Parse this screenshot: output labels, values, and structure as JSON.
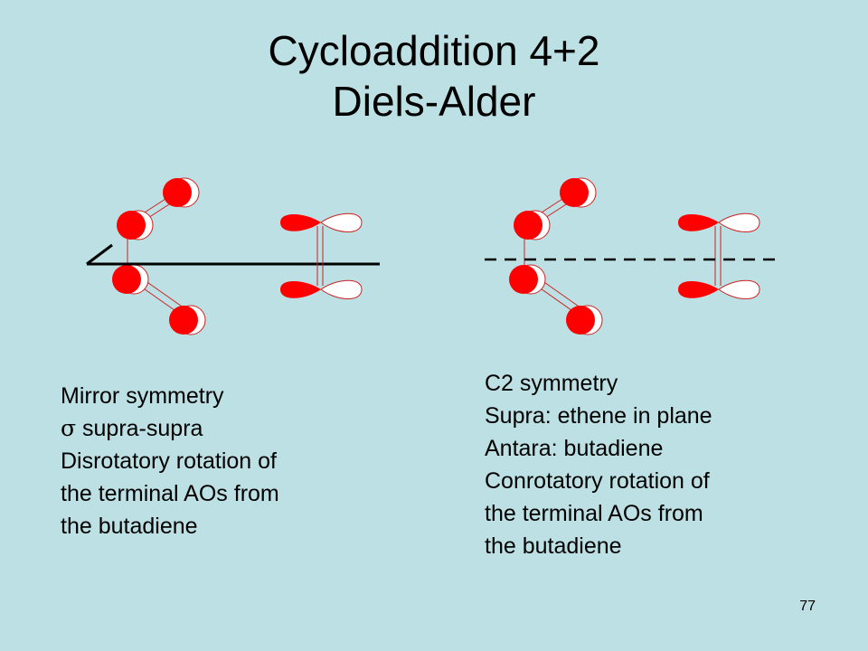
{
  "title": {
    "line1": "Cycloaddition 4+2",
    "line2": "Diels-Alder"
  },
  "left_caption": {
    "line1": "Mirror symmetry",
    "sigma_symbol": "σ",
    "line2_rest": " supra-supra",
    "line3": "Disrotatory rotation of",
    "line4": "the terminal AOs from",
    "line5": "the butadiene"
  },
  "right_caption": {
    "line1": "C2 symmetry",
    "line2": "Supra: ethene in plane",
    "line3": "Antara: butadiene",
    "line4": "Conrotatory rotation of",
    "line5": "the terminal AOs from",
    "line6": "the butadiene"
  },
  "page_number": "77",
  "colors": {
    "background": "#bce0e3",
    "lobe_filled": "#ff0000",
    "lobe_empty": "#ffffff",
    "bond": "#cc2222"
  }
}
